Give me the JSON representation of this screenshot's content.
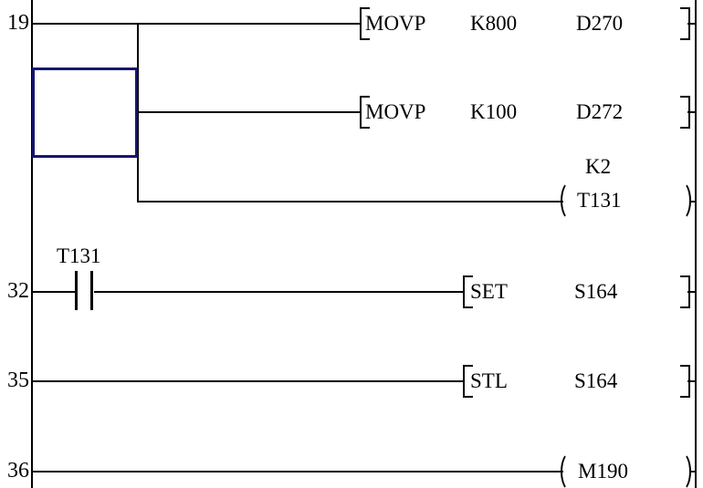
{
  "editor": {
    "type": "plc-ladder-diagram",
    "colors": {
      "background": "#ffffff",
      "line": "#000000",
      "cursor": "#16166e"
    }
  },
  "rungs": {
    "r19": {
      "step": "19",
      "movp1": {
        "op": "MOVP",
        "operand1": "K800",
        "operand2": "D270"
      },
      "movp2": {
        "op": "MOVP",
        "operand1": "K100",
        "operand2": "D272"
      },
      "timer": {
        "preset": "K2",
        "device": "T131"
      }
    },
    "r32": {
      "step": "32",
      "contact_device": "T131",
      "set": {
        "op": "SET",
        "operand1": "S164"
      }
    },
    "r35": {
      "step": "35",
      "stl": {
        "op": "STL",
        "operand1": "S164"
      }
    },
    "r36": {
      "step": "36",
      "coil_device": "M190"
    }
  }
}
